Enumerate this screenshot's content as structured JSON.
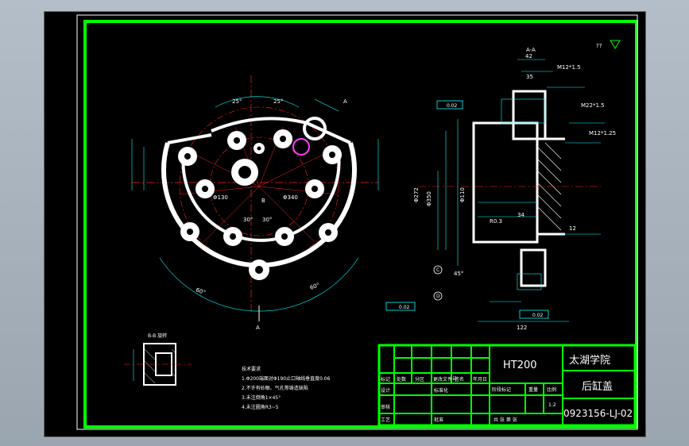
{
  "drawing": {
    "section_label": "A-A",
    "section_label_bb": "B-B 旋转",
    "roughness_symbol": "??",
    "labels": {
      "a1": "A",
      "a2": "A",
      "b": "B",
      "c": "C",
      "d": "D",
      "angle_25a": "25°",
      "angle_25b": "25°",
      "angle_30a": "30°",
      "angle_30b": "30°",
      "angle_60a": "60°",
      "angle_60b": "60°",
      "phi_center": "Φ130",
      "phi_bolt": "Φ340",
      "tol_1": "0.02",
      "tol_2": "0.02",
      "tol_3": "0.02",
      "dim_122": "122",
      "dim_42": "42",
      "dim_35": "35",
      "dim_34": "34",
      "dim_12": "12",
      "dim_m12a": "M12*1.5",
      "dim_m12b": "M12*1.25",
      "dim_m22": "M22*1.5",
      "dim_phi272": "Φ272",
      "dim_phi110": "Φ110",
      "dim_phi350": "Φ350",
      "dim_r03": "R0.3",
      "dim_45": "45°"
    },
    "notes": {
      "title": "技术要求",
      "items": [
        "1.Φ200端面对Φ190止口轴线垂直度0.06",
        "2.不许有砂眼、气孔等铸造缺陷",
        "3.未注倒角1×45°",
        "4.未注圆角R3~5"
      ]
    }
  },
  "title_block": {
    "material": "HT200",
    "school": "太湖学院",
    "part_name": "后缸盖",
    "drawing_no": "0923156-LJ-02",
    "cells": {
      "mark": "标记",
      "count": "处数",
      "zone": "分区",
      "doc_no": "更改文件号",
      "sign": "签名",
      "date": "年月日",
      "design": "设计",
      "standard": "标准化",
      "stage_mark": "阶段标记",
      "weight": "重量",
      "scale": "比例",
      "scale_value": "1:2",
      "review": "审核",
      "process": "工艺",
      "approve": "批准",
      "sheets": "共 张 第 张"
    }
  }
}
